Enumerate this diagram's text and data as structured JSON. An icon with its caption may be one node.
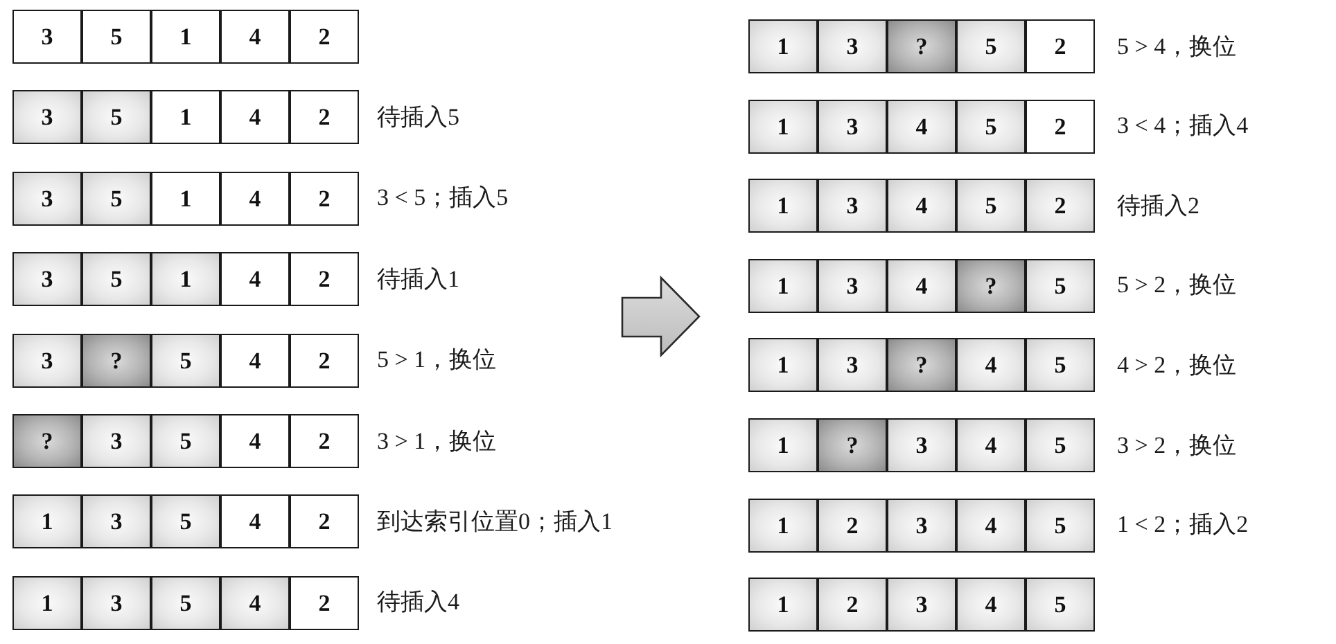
{
  "diagram": {
    "nodes": [
      {
        "text": [
          "3"
        ]
      },
      {
        "text": [
          "5"
        ]
      },
      {
        "text": [
          "1"
        ]
      },
      {
        "text": [
          "4"
        ]
      },
      {
        "text": [
          "2"
        ]
      },
      {
        "text": [
          "3"
        ]
      },
      {
        "text": [
          "5"
        ]
      },
      {
        "text": [
          "1"
        ]
      },
      {
        "text": [
          "4"
        ]
      },
      {
        "text": [
          "2"
        ]
      },
      {
        "text": [
          "3"
        ]
      },
      {
        "text": [
          "5"
        ]
      },
      {
        "text": [
          "1"
        ]
      },
      {
        "text": [
          "4"
        ]
      },
      {
        "text": [
          "2"
        ]
      },
      {
        "text": [
          "3"
        ]
      },
      {
        "text": [
          "5"
        ]
      },
      {
        "text": [
          "1"
        ]
      },
      {
        "text": [
          "4"
        ]
      },
      {
        "text": [
          "2"
        ]
      },
      {
        "text": [
          "3"
        ]
      },
      {
        "text": [
          "?"
        ]
      },
      {
        "text": [
          "5"
        ]
      },
      {
        "text": [
          "4"
        ]
      },
      {
        "text": [
          "2"
        ]
      },
      {
        "text": [
          "?"
        ]
      },
      {
        "text": [
          "3"
        ]
      },
      {
        "text": [
          "5"
        ]
      },
      {
        "text": [
          "4"
        ]
      },
      {
        "text": [
          "2"
        ]
      },
      {
        "text": [
          "1"
        ]
      },
      {
        "text": [
          "3"
        ]
      },
      {
        "text": [
          "5"
        ]
      },
      {
        "text": [
          "4"
        ]
      },
      {
        "text": [
          "2"
        ]
      },
      {
        "text": [
          "1"
        ]
      },
      {
        "text": [
          "3"
        ]
      },
      {
        "text": [
          "5"
        ]
      },
      {
        "text": [
          "4"
        ]
      },
      {
        "text": [
          "2"
        ]
      },
      {
        "text": [
          "1"
        ]
      },
      {
        "text": [
          "3"
        ]
      },
      {
        "text": [
          "?"
        ]
      },
      {
        "text": [
          "5"
        ]
      },
      {
        "text": [
          "2"
        ]
      },
      {
        "text": [
          "1"
        ]
      },
      {
        "text": [
          "3"
        ]
      },
      {
        "text": [
          "4"
        ]
      },
      {
        "text": [
          "5"
        ]
      },
      {
        "text": [
          "2"
        ]
      },
      {
        "text": [
          "1"
        ]
      },
      {
        "text": [
          "3"
        ]
      },
      {
        "text": [
          "4"
        ]
      },
      {
        "text": [
          "5"
        ]
      },
      {
        "text": [
          "2"
        ]
      },
      {
        "text": [
          "1"
        ]
      },
      {
        "text": [
          "3"
        ]
      },
      {
        "text": [
          "4"
        ]
      },
      {
        "text": [
          "?"
        ]
      },
      {
        "text": [
          "5"
        ]
      },
      {
        "text": [
          "1"
        ]
      },
      {
        "text": [
          "3"
        ]
      },
      {
        "text": [
          "?"
        ]
      },
      {
        "text": [
          "4"
        ]
      },
      {
        "text": [
          "5"
        ]
      },
      {
        "text": [
          "1"
        ]
      },
      {
        "text": [
          "?"
        ]
      },
      {
        "text": [
          "3"
        ]
      },
      {
        "text": [
          "4"
        ]
      },
      {
        "text": [
          "5"
        ]
      },
      {
        "text": [
          "1"
        ]
      },
      {
        "text": [
          "2"
        ]
      },
      {
        "text": [
          "3"
        ]
      },
      {
        "text": [
          "4"
        ]
      },
      {
        "text": [
          "5"
        ]
      },
      {
        "text": [
          "1"
        ]
      },
      {
        "text": [
          "2"
        ]
      },
      {
        "text": [
          "3"
        ]
      },
      {
        "text": [
          "4"
        ]
      },
      {
        "text": [
          "5"
        ]
      }
    ],
    "edges": [],
    "labels": [
      "待插入5",
      "3 < 5；插入5",
      "待插入1",
      "5 > 1，换位",
      "3 > 1，换位",
      "到达索引位置0；插入1",
      "待插入4",
      "5 > 4，换位",
      "3 < 4；插入4",
      "待插入2",
      "5 > 2，换位",
      "4 > 2，换位",
      "3 > 2，换位",
      "1 < 2；插入2"
    ]
  }
}
